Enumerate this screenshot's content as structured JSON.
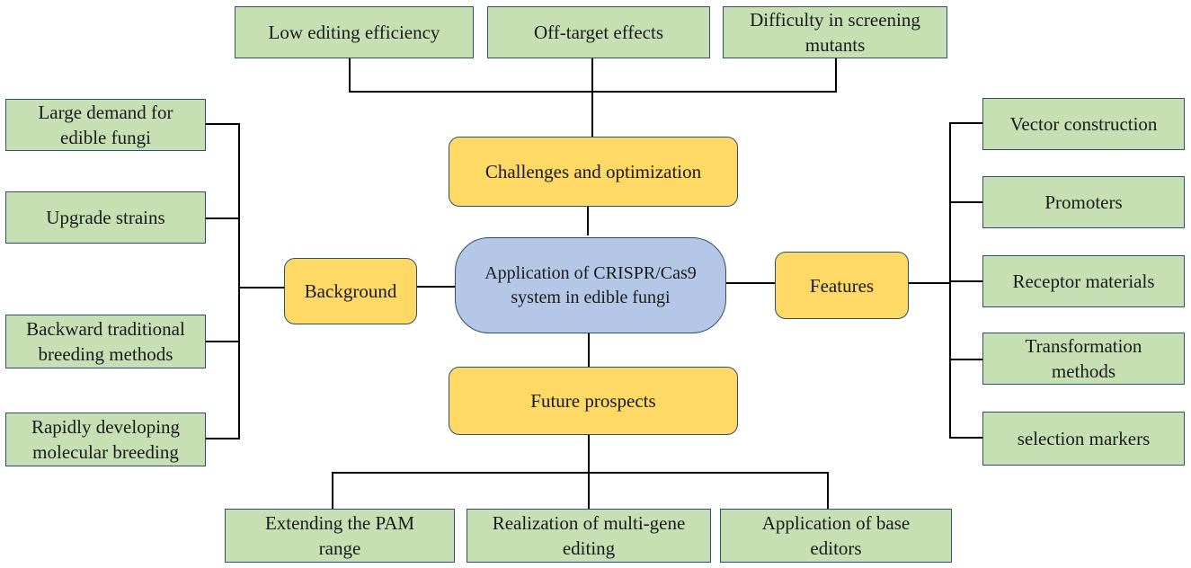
{
  "center": {
    "label": "Application of CRISPR/Cas9 system in edible fungi"
  },
  "challenges": {
    "label": "Challenges and optimization",
    "items": [
      "Low editing efficiency",
      "Off-target effects",
      "Difficulty in screening mutants"
    ]
  },
  "background": {
    "label": "Background",
    "items": [
      "Large demand for edible fungi",
      "Upgrade strains",
      "Backward traditional breeding methods",
      "Rapidly developing molecular breeding"
    ]
  },
  "features": {
    "label": "Features",
    "items": [
      "Vector construction",
      "Promoters",
      "Receptor materials",
      "Transformation methods",
      "selection markers"
    ]
  },
  "future": {
    "label": "Future prospects",
    "items": [
      "Extending the PAM range",
      "Realization of multi-gene editing",
      "Application of base editors"
    ]
  },
  "colors": {
    "leaf_fill": "#c6e0b4",
    "category_fill": "#ffd966",
    "center_fill": "#b4c7e7",
    "border": "#2f4f6f",
    "line": "#000000"
  }
}
